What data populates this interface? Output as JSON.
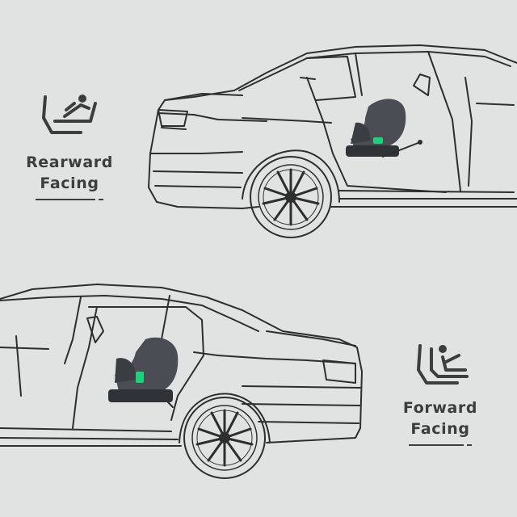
{
  "labels": {
    "rearward": {
      "line1": "Rearward",
      "line2": "Facing"
    },
    "forward": {
      "line1": "Forward",
      "line2": "Facing"
    }
  },
  "icons": {
    "rearward": "rearward-seat-icon",
    "forward": "forward-seat-icon"
  },
  "colors": {
    "background": "#e1e2e2",
    "line": "#2e2e2e",
    "text": "#3d3d3d",
    "seat": "#4a4e54",
    "accent": "#1fd07a"
  }
}
